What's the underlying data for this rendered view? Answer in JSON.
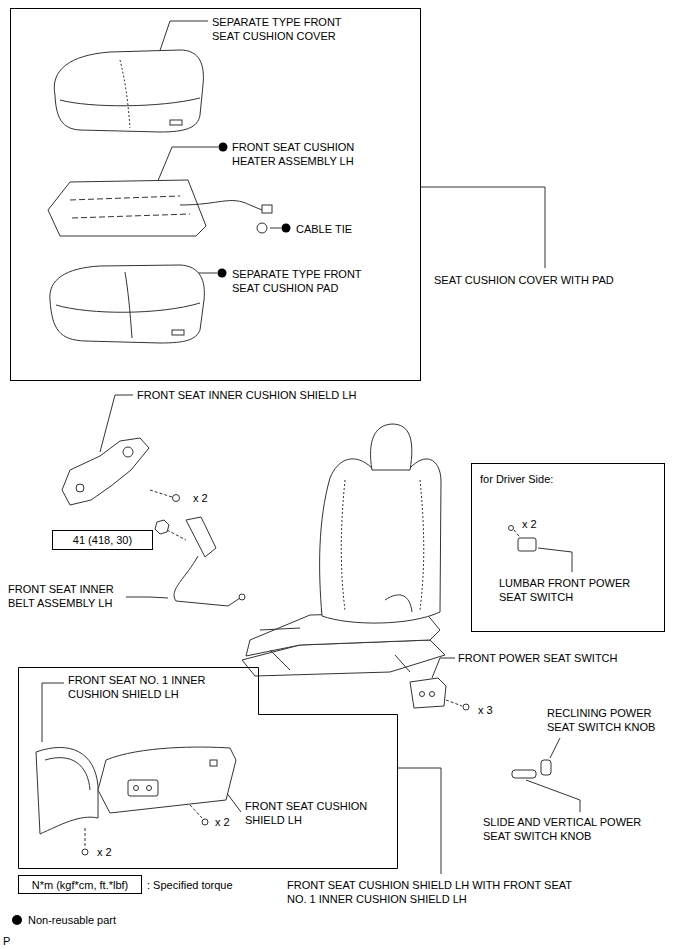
{
  "diagram": {
    "nodes": [
      {
        "text": [
          "SEPARATE TYPE FRONT SEAT CUSHION COVER",
          "FRONT SEAT CUSHION HEATER ASSEMBLY LH",
          "CABLE TIE",
          "SEPARATE TYPE FRONT SEAT CUSHION PAD"
        ]
      },
      {
        "text": [
          "41 (418, 30)"
        ]
      },
      {
        "text": [
          "for Driver Side:",
          "x 2",
          "LUMBAR FRONT POWER SEAT SWITCH"
        ]
      },
      {
        "text": [
          "FRONT SEAT NO. 1 INNER CUSHION SHIELD LH",
          "FRONT SEAT CUSHION SHIELD LH",
          "x 2",
          "x 2"
        ]
      },
      {
        "text": [
          "N*m (kgf*cm, ft.*lbf)"
        ]
      }
    ],
    "labels": [
      "SEAT CUSHION COVER WITH PAD",
      "FRONT SEAT INNER CUSHION SHIELD LH",
      "x 2",
      "FRONT SEAT INNER BELT ASSEMBLY LH",
      "FRONT POWER SEAT SWITCH",
      "x 3",
      "RECLINING POWER SEAT SWITCH KNOB",
      "SLIDE AND VERTICAL POWER SEAT SWITCH KNOB",
      "FRONT SEAT CUSHION SHIELD LH WITH FRONT SEAT NO. 1 INNER CUSHION SHIELD LH",
      "P"
    ],
    "legend": [
      {
        "text": ": Specified torque"
      },
      {
        "text": "Non-reusable part",
        "color": "#000000"
      }
    ]
  }
}
